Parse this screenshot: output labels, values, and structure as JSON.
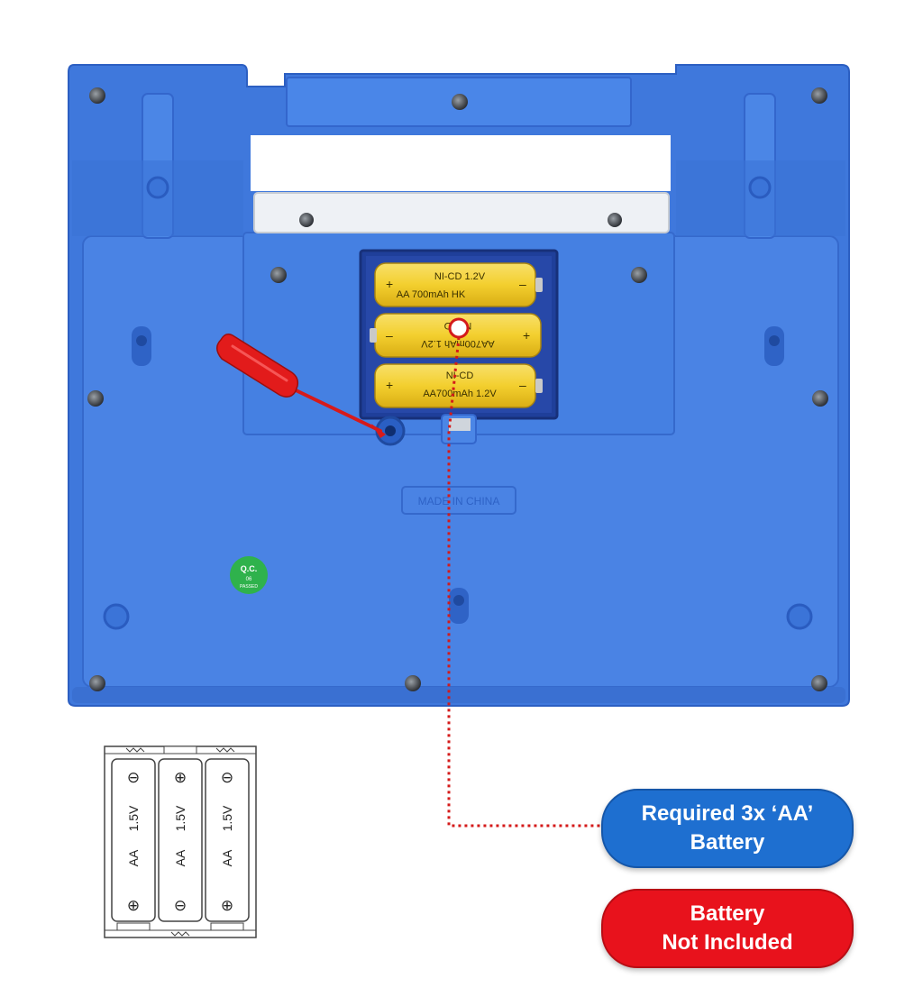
{
  "colors": {
    "body_blue": "#3f78dc",
    "body_blue_dark": "#2c5fc2",
    "battery_yellow": "#f3cf2e",
    "dotted_line_red": "#d41a1a",
    "required_pill": "#1e6fd0",
    "not_included_pill": "#e8121c",
    "qc_sticker": "#2fb24c"
  },
  "device": {
    "emboss_text": "MADE IN CHINA",
    "qc_sticker": {
      "line1": "Q.C.",
      "line2": "06",
      "line3": "PASSED"
    },
    "batteries": [
      {
        "line1": "NI-CD  1.2V",
        "line2": "AA 700mAh HK"
      },
      {
        "line1": "AA700mAh 1.2V",
        "line2": "NI-CD"
      },
      {
        "line1": "NI-CD",
        "line2": "AA700mAh 1.2V"
      }
    ]
  },
  "diagram": {
    "cells": [
      {
        "top_symbol": "⊖",
        "type": "AA",
        "voltage": "1.5V",
        "bottom_symbol": "⊕"
      },
      {
        "top_symbol": "⊕",
        "type": "AA",
        "voltage": "1.5V",
        "bottom_symbol": "⊖"
      },
      {
        "top_symbol": "⊖",
        "type": "AA",
        "voltage": "1.5V",
        "bottom_symbol": "⊕"
      }
    ]
  },
  "labels": {
    "required_line1": "Required 3x ‘AA’",
    "required_line2": "Battery",
    "not_included_line1": "Battery",
    "not_included_line2": "Not Included"
  }
}
